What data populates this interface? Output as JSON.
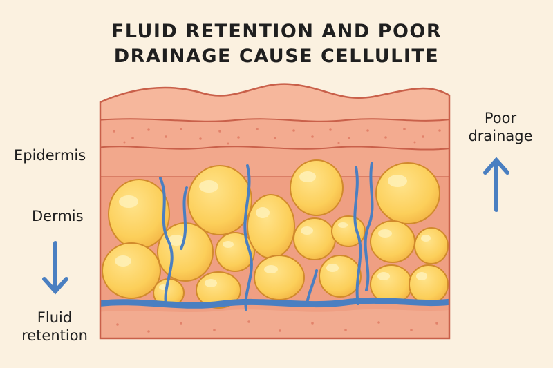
{
  "title": {
    "line1": "FLUID RETENTION AND POOR",
    "line2": "DRAINAGE CAUSE CELLULITE"
  },
  "labels": {
    "epidermis": "Epidermis",
    "dermis": "Dermis",
    "fluid_retention": {
      "line1": "Fluid",
      "line2": "retention"
    },
    "poor_drainage": {
      "line1": "Poor",
      "line2": "drainage"
    }
  },
  "icons": {
    "fluid_arrow": "arrow-down-icon",
    "drainage_arrow": "arrow-up-icon"
  },
  "colors": {
    "background": "#fbf1e0",
    "skin_light": "#f6b79c",
    "skin_mid": "#eea084",
    "skin_outline": "#c9604a",
    "fat_fill": "#fccf5a",
    "fat_outline": "#d18a2c",
    "vessel": "#4a7fc1",
    "arrow": "#4a7fc1"
  }
}
